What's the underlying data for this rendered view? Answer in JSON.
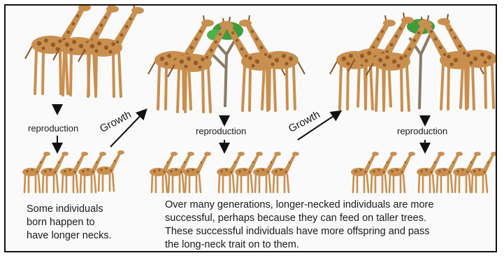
{
  "labels": {
    "reproduction": "reproduction",
    "growth": "Growth"
  },
  "captions": {
    "left": [
      "Some individuals",
      "born happen to",
      "have longer necks."
    ],
    "right": [
      "Over many generations, longer-necked individuals are more",
      "successful, perhaps because they can feed on taller trees.",
      "These successful individuals have more offspring and pass",
      "the long-neck trait on to them."
    ]
  },
  "colors": {
    "giraffe_body": "#c98f4e",
    "giraffe_spot": "#8a5226",
    "tree_leaves": "#3e9c3c",
    "tree_trunk": "#8a7a66",
    "arrow": "#111111"
  }
}
